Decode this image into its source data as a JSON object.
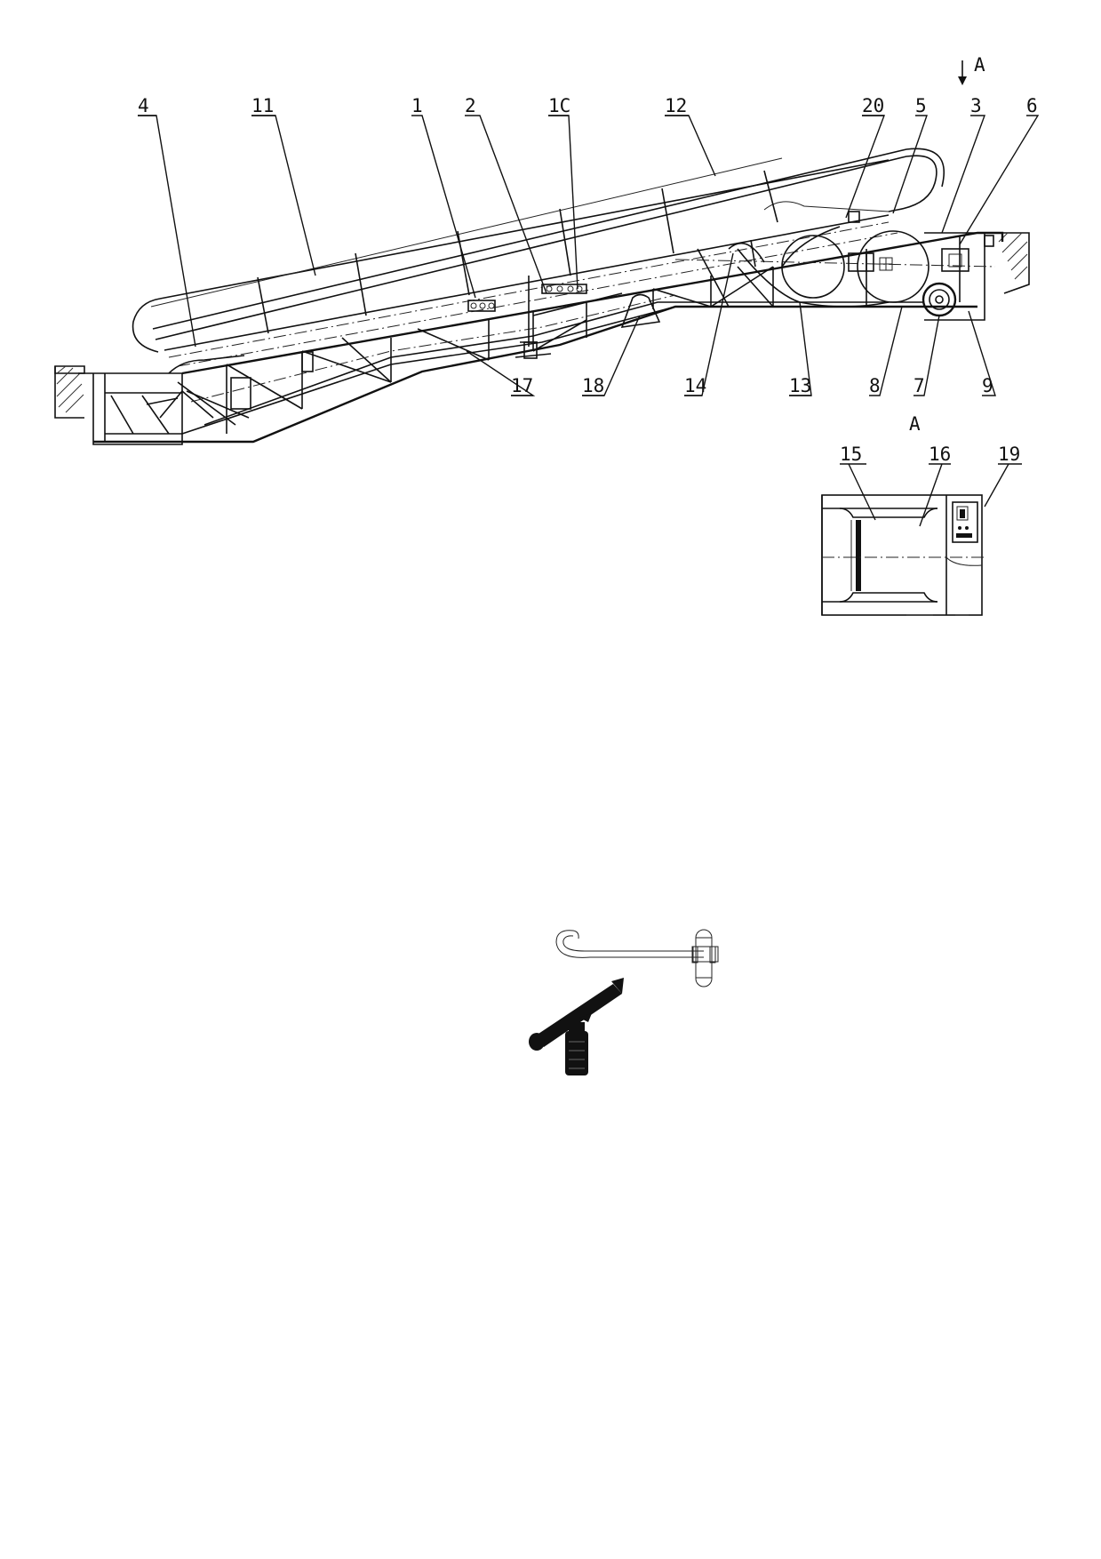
{
  "view_label": "A",
  "section_label": "A",
  "callouts": [
    {
      "id": "4",
      "text": "4"
    },
    {
      "id": "11",
      "text": "11"
    },
    {
      "id": "1",
      "text": "1"
    },
    {
      "id": "2",
      "text": "2"
    },
    {
      "id": "10",
      "text": "1C"
    },
    {
      "id": "12",
      "text": "12"
    },
    {
      "id": "20",
      "text": "20"
    },
    {
      "id": "5",
      "text": "5"
    },
    {
      "id": "3",
      "text": "3"
    },
    {
      "id": "6",
      "text": "6"
    },
    {
      "id": "17",
      "text": "17"
    },
    {
      "id": "18",
      "text": "18"
    },
    {
      "id": "14",
      "text": "14"
    },
    {
      "id": "13",
      "text": "13"
    },
    {
      "id": "8",
      "text": "8"
    },
    {
      "id": "7",
      "text": "7"
    },
    {
      "id": "9",
      "text": "9"
    },
    {
      "id": "15",
      "text": "15"
    },
    {
      "id": "16",
      "text": "16"
    },
    {
      "id": "19",
      "text": "19"
    }
  ]
}
